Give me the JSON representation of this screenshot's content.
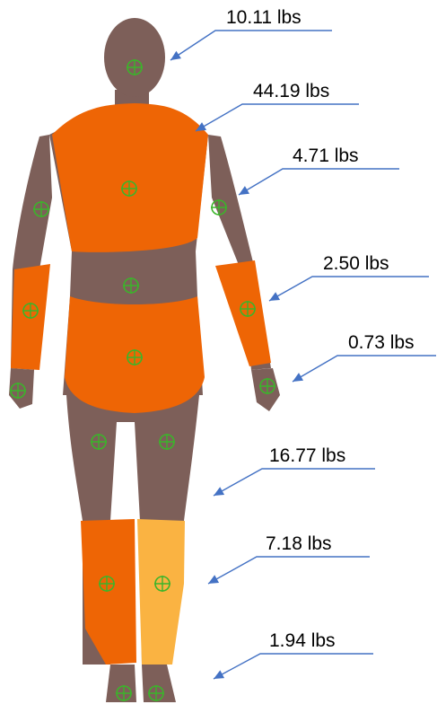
{
  "colors": {
    "body": "#7d5f59",
    "segment": "#ee6505",
    "segment_highlight": "#fab342",
    "marker": "#3bb52a",
    "arrow": "#4472c4",
    "text": "#000000"
  },
  "segments": [
    {
      "id": "head",
      "weight_label": "10.11 lbs"
    },
    {
      "id": "trunk",
      "weight_label": "44.19 lbs"
    },
    {
      "id": "upper-arm",
      "weight_label": "4.71 lbs"
    },
    {
      "id": "forearm",
      "weight_label": "2.50 lbs"
    },
    {
      "id": "hand",
      "weight_label": "0.73 lbs"
    },
    {
      "id": "thigh",
      "weight_label": "16.77 lbs"
    },
    {
      "id": "shank",
      "weight_label": "7.18 lbs"
    },
    {
      "id": "foot",
      "weight_label": "1.94 lbs"
    }
  ]
}
